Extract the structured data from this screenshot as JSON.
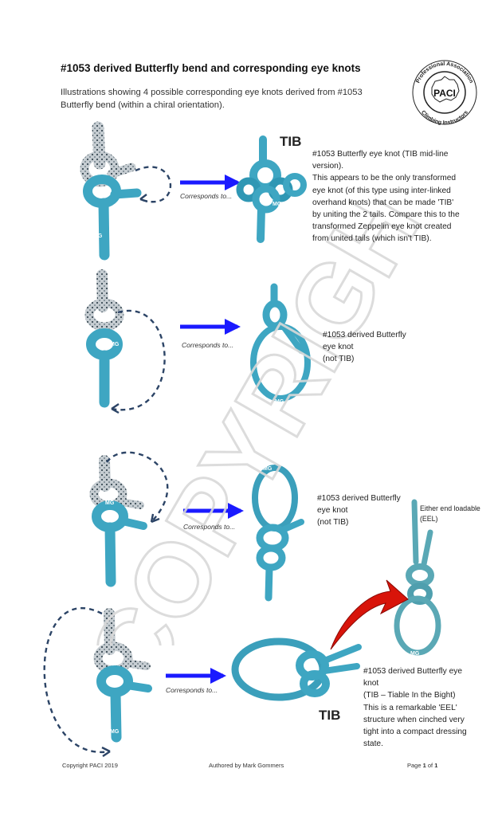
{
  "header": {
    "title": "#1053 derived Butterfly bend and corresponding eye knots",
    "subtitle": "Illustrations showing 4 possible corresponding eye knots derived from #1053 Butterfly bend (within a chiral orientation).",
    "logo": {
      "center": "PACI",
      "ring_top": "Professional Association",
      "ring_bottom": "Climbing Instructors"
    }
  },
  "watermark": "COPYRIGHT",
  "rows": [
    {
      "corresponds": "Corresponds to...",
      "tib_label": "TIB",
      "description": "#1053 Butterfly eye knot (TIB mid-line version).\nThis appears to be the only transformed eye knot (of this type using inter-linked overhand knots) that can be made 'TIB' by uniting the 2 tails. Compare this to the transformed Zeppelin eye knot created from united tails (which isn't TIB)."
    },
    {
      "corresponds": "Corresponds to...",
      "description": "#1053 derived Butterfly\neye knot\n(not TIB)"
    },
    {
      "corresponds": "Corresponds to...",
      "description": "#1053 derived Butterfly\neye knot\n(not TIB)",
      "eel_note": "Either end loadable\n(EEL)"
    },
    {
      "corresponds": "Corresponds to...",
      "tib_label": "TIB",
      "description": "#1053 derived Butterfly eye\nknot\n(TIB – Tiable In the Bight)\nThis is a remarkable 'EEL'\nstructure when cinched very\ntight into a compact dressing\nstate."
    }
  ],
  "mg_marks": [
    "MG",
    "MG",
    "MG",
    "MG",
    "MG",
    "MG",
    "MG",
    "MG",
    "MG",
    "MG"
  ],
  "footer": {
    "left": "Copyright PACI 2019",
    "center": "Authored by Mark Gommers",
    "right_prefix": "Page ",
    "page": "1",
    "of": " of ",
    "total": "1"
  },
  "colors": {
    "rope": "#3ea6c2",
    "rope_dark": "#1f7f9b",
    "rope_grey": "#b9c2c7",
    "arrow_blue": "#1a1aff",
    "arrow_red": "#d8140a",
    "dash": "#2c4466"
  }
}
